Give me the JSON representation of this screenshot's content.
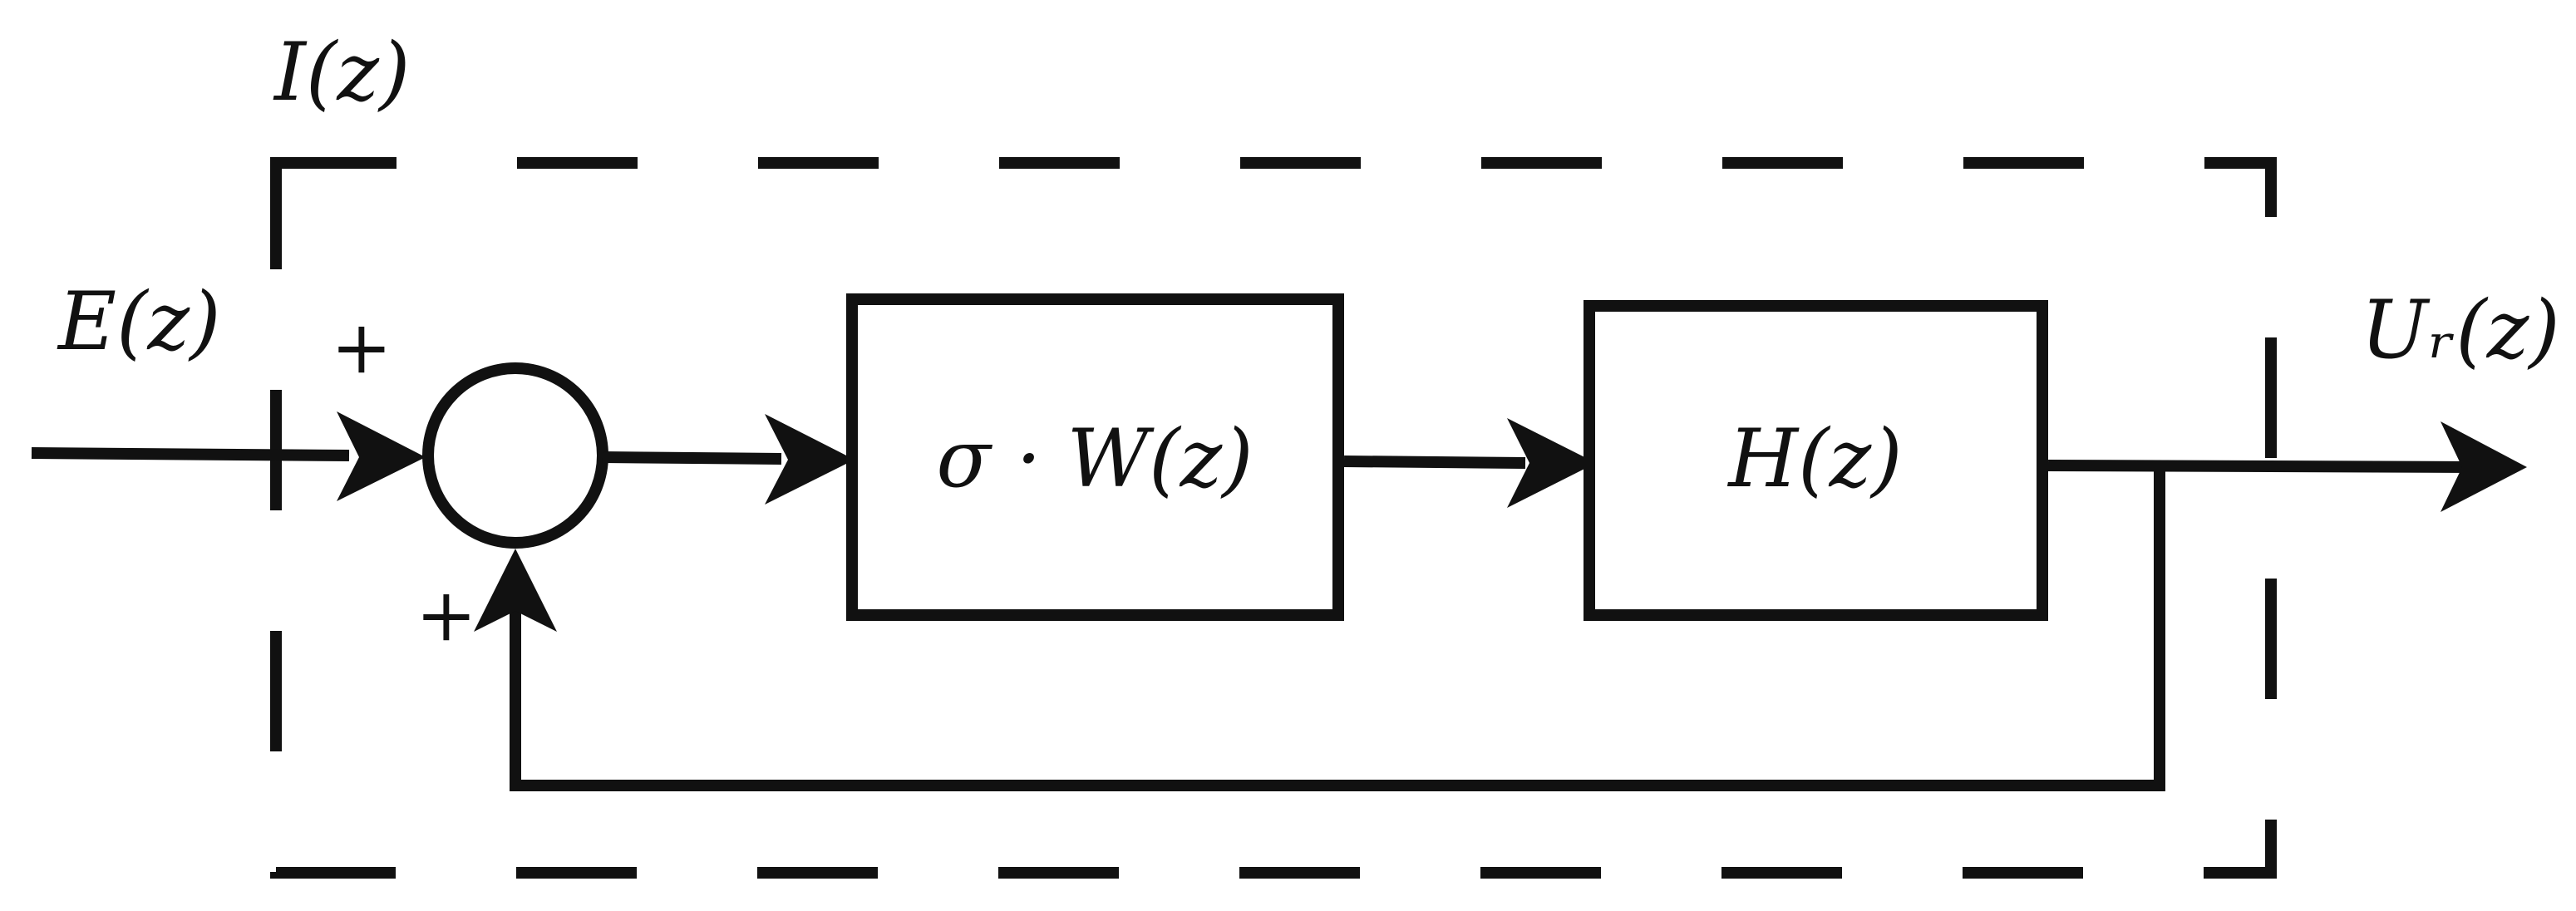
{
  "labels": {
    "input": "E(z)",
    "output": "Uᵣ(z)",
    "group": "I(z)",
    "block_w": "σ · W(z)",
    "block_h": "H(z)",
    "sign_input": "+",
    "sign_feedback": "+"
  },
  "colors": {
    "stroke": "#111111",
    "background": "#ffffff"
  }
}
